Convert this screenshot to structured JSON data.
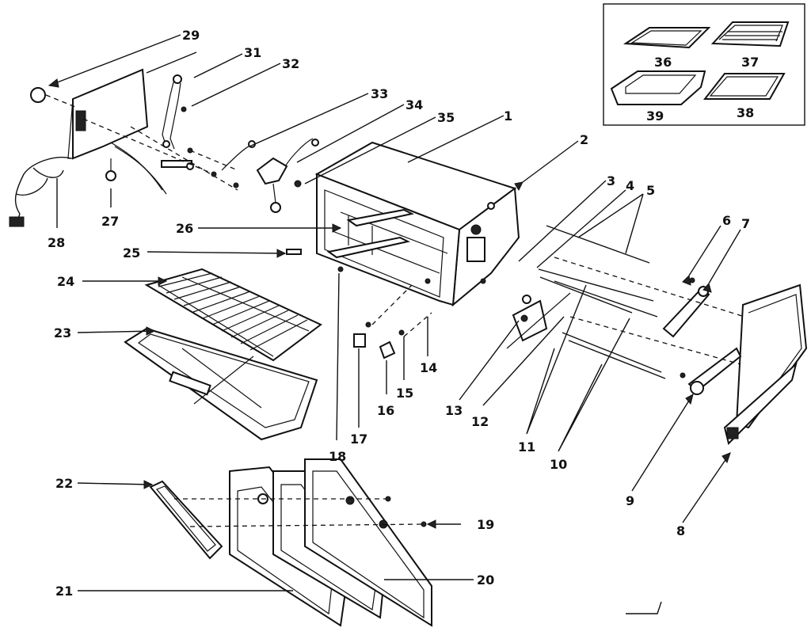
{
  "diagram": {
    "type": "exploded parts diagram",
    "callouts": [
      "1",
      "2",
      "3",
      "4",
      "5",
      "6",
      "7",
      "8",
      "9",
      "10",
      "11",
      "12",
      "13",
      "14",
      "15",
      "16",
      "17",
      "18",
      "19",
      "20",
      "21",
      "22",
      "23",
      "24",
      "25",
      "26",
      "27",
      "28",
      "29",
      "31",
      "32",
      "33",
      "34",
      "35",
      "36",
      "37",
      "38",
      "39"
    ]
  },
  "inset": {
    "labels": [
      "36",
      "37",
      "39",
      "38"
    ]
  }
}
